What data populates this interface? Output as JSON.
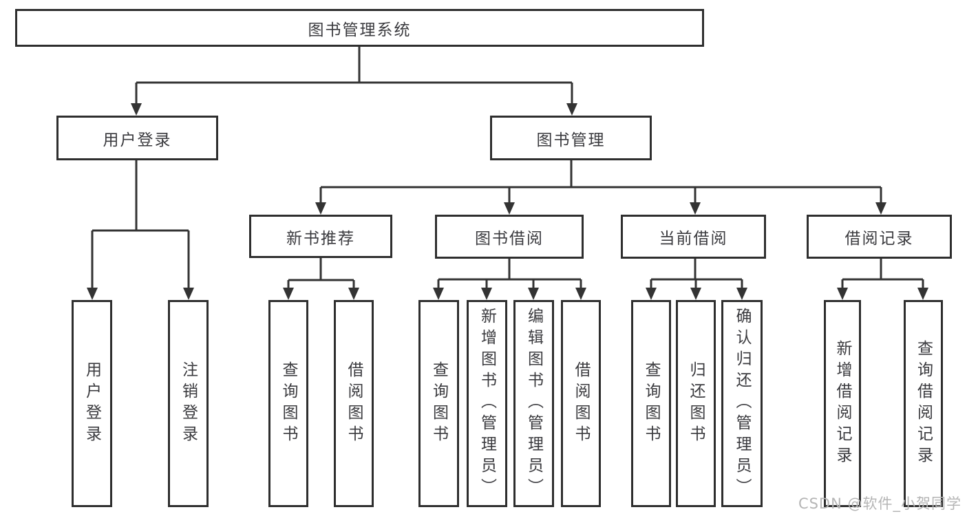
{
  "diagram_title": "图书管理系统",
  "tree": {
    "root": {
      "label": "图书管理系统"
    },
    "branches": [
      {
        "label": "用户登录",
        "children": [
          {
            "label": "用户登录"
          },
          {
            "label": "注销登录"
          }
        ]
      },
      {
        "label": "图书管理",
        "sections": [
          {
            "label": "新书推荐",
            "children": [
              {
                "label": "查询图书"
              },
              {
                "label": "借阅图书"
              }
            ]
          },
          {
            "label": "图书借阅",
            "children": [
              {
                "label": "查询图书"
              },
              {
                "label": "新增图书（管理员）"
              },
              {
                "label": "编辑图书（管理员）"
              },
              {
                "label": "借阅图书"
              }
            ]
          },
          {
            "label": "当前借阅",
            "children": [
              {
                "label": "查询图书"
              },
              {
                "label": "归还图书"
              },
              {
                "label": "确认归还（管理员）"
              }
            ]
          },
          {
            "label": "借阅记录",
            "children": [
              {
                "label": "新增借阅记录"
              },
              {
                "label": "查询借阅记录"
              }
            ]
          }
        ]
      }
    ]
  },
  "watermark": "CSDN @软件_小贺同学",
  "colors": {
    "line": "#333333",
    "box_border": "#2e2e2e",
    "text": "#3a3a3e",
    "watermark": "#b5b5b5",
    "background": "#ffffff"
  }
}
